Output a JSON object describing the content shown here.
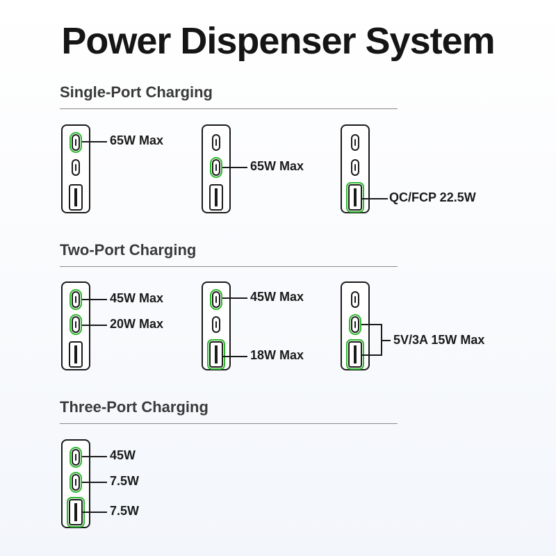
{
  "title": "Power Dispenser System",
  "accent_color": "#2db82d",
  "sections": [
    {
      "title": "Single-Port Charging",
      "configs": [
        {
          "active_ports": [
            "usb-c1"
          ],
          "labels": [
            "65W Max"
          ]
        },
        {
          "active_ports": [
            "usb-c2"
          ],
          "labels": [
            "65W Max"
          ]
        },
        {
          "active_ports": [
            "usb-a"
          ],
          "labels": [
            "QC/FCP 22.5W"
          ]
        }
      ]
    },
    {
      "title": "Two-Port Charging",
      "configs": [
        {
          "active_ports": [
            "usb-c1",
            "usb-c2"
          ],
          "labels": [
            "45W Max",
            "20W Max"
          ]
        },
        {
          "active_ports": [
            "usb-c1",
            "usb-a"
          ],
          "labels": [
            "45W Max",
            "18W Max"
          ]
        },
        {
          "active_ports": [
            "usb-c2",
            "usb-a"
          ],
          "labels": [
            "5V/3A 15W Max"
          ]
        }
      ]
    },
    {
      "title": "Three-Port Charging",
      "configs": [
        {
          "active_ports": [
            "usb-c1",
            "usb-c2",
            "usb-a"
          ],
          "labels": [
            "45W",
            "7.5W",
            "7.5W"
          ]
        }
      ]
    }
  ]
}
